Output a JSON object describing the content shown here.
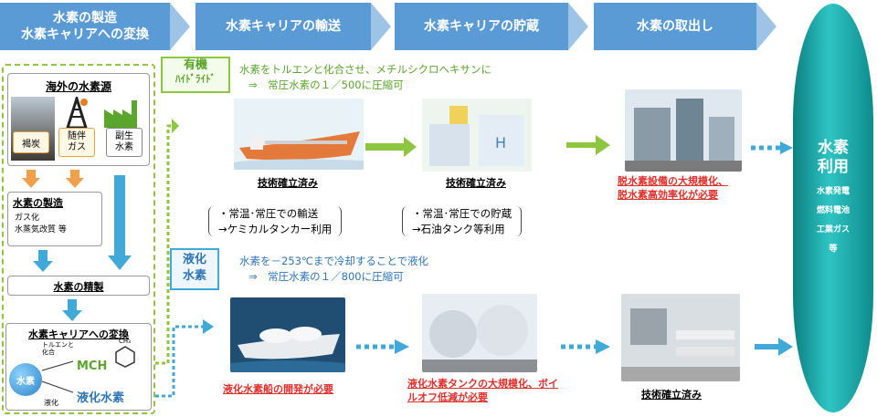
{
  "header": {
    "step1": "水素の製造\n水素キャリアへの変換",
    "step2": "水素キャリアの輸送",
    "step3": "水素キャリアの貯蔵",
    "step4": "水素の取出し"
  },
  "left": {
    "source_title": "海外の水素源",
    "source_items": [
      "褐炭",
      "随伴\nガス",
      "副生\n水素"
    ],
    "production_title": "水素の製造",
    "production_items": [
      "ガス化",
      "水蒸気改質 等"
    ],
    "purification_title": "水素の精製",
    "conversion_title": "水素キャリアへの変換",
    "h2_label": "水素",
    "toluene_label": "トルエンと\n化合",
    "liquefy_label": "液化",
    "mch_label": "MCH",
    "liquid_h2_label": "液化水素",
    "ch3_label": "CH₃"
  },
  "organic": {
    "tag_line1": "有機",
    "tag_line2": "ﾊｲﾄﾞﾗｲﾄﾞ",
    "desc_line1": "水素をトルエンと化合させ、メチルシクロヘキサンに",
    "desc_line2": "⇒　常圧水素の１／500に圧縮可",
    "transport_status": "技術確立済み",
    "storage_status": "技術確立済み",
    "extract_status": "脱水素設備の大規模化、\n脱水素高効率化が必要"
  },
  "notes": {
    "transport_note": "・常温･常圧での輸送\n→ケミカルタンカー利用",
    "storage_note": "・常温･常圧での貯蔵\n→石油タンク等利用"
  },
  "liquefied": {
    "tag_line1": "液化",
    "tag_line2": "水素",
    "desc_line1": "水素を－253℃まで冷却することで液化",
    "desc_line2": "⇒　常圧水素の１／800に圧縮可",
    "transport_status": "液化水素船の開発が必要",
    "storage_status": "液化水素タンクの大規模化、ボイルオフ低減が必要",
    "extract_status": "技術確立済み"
  },
  "use": {
    "title_line1": "水素",
    "title_line2": "利用",
    "items": [
      "水素発電",
      "燃料電池",
      "工業ガス",
      "等"
    ]
  },
  "colors": {
    "header_blue": "#5b9bd5",
    "accent_green": "#8dc63f",
    "accent_blue": "#41a9d8",
    "alert_red": "#e0302b",
    "use_teal": "#1aa6a6"
  }
}
